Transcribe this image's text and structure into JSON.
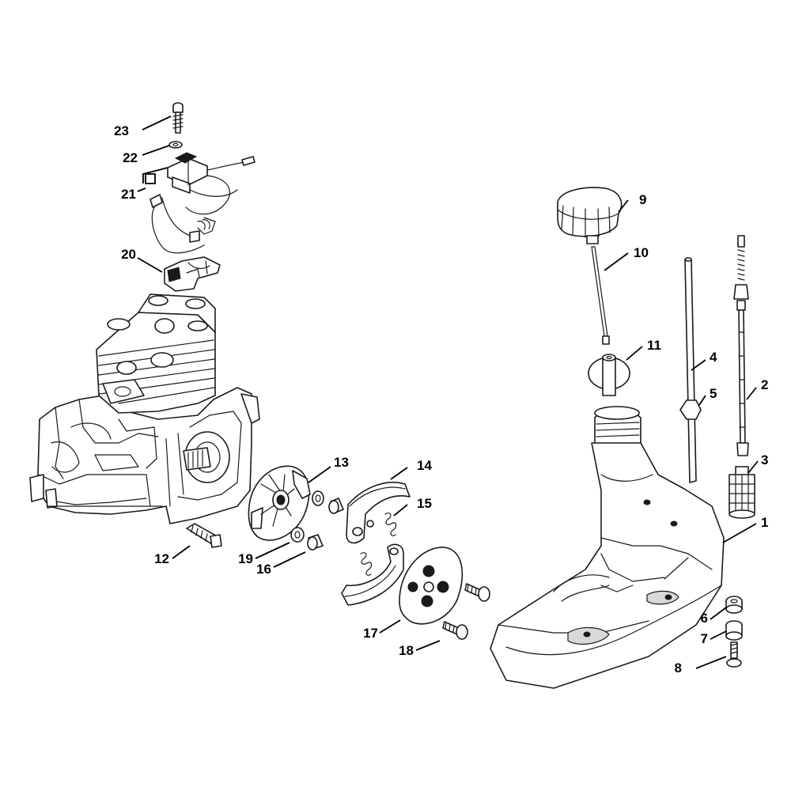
{
  "diagram": {
    "callouts": [
      {
        "id": "1",
        "label": "1"
      },
      {
        "id": "2",
        "label": "2"
      },
      {
        "id": "3",
        "label": "3"
      },
      {
        "id": "4",
        "label": "4"
      },
      {
        "id": "5",
        "label": "5"
      },
      {
        "id": "6",
        "label": "6"
      },
      {
        "id": "7",
        "label": "7"
      },
      {
        "id": "8",
        "label": "8"
      },
      {
        "id": "9",
        "label": "9"
      },
      {
        "id": "10",
        "label": "10"
      },
      {
        "id": "11",
        "label": "11"
      },
      {
        "id": "12",
        "label": "12"
      },
      {
        "id": "13",
        "label": "13"
      },
      {
        "id": "14",
        "label": "14"
      },
      {
        "id": "15",
        "label": "15"
      },
      {
        "id": "16",
        "label": "16"
      },
      {
        "id": "17",
        "label": "17"
      },
      {
        "id": "18",
        "label": "18"
      },
      {
        "id": "19",
        "label": "19"
      },
      {
        "id": "20",
        "label": "20"
      },
      {
        "id": "21",
        "label": "21"
      },
      {
        "id": "22",
        "label": "22"
      },
      {
        "id": "23",
        "label": "23"
      }
    ]
  }
}
